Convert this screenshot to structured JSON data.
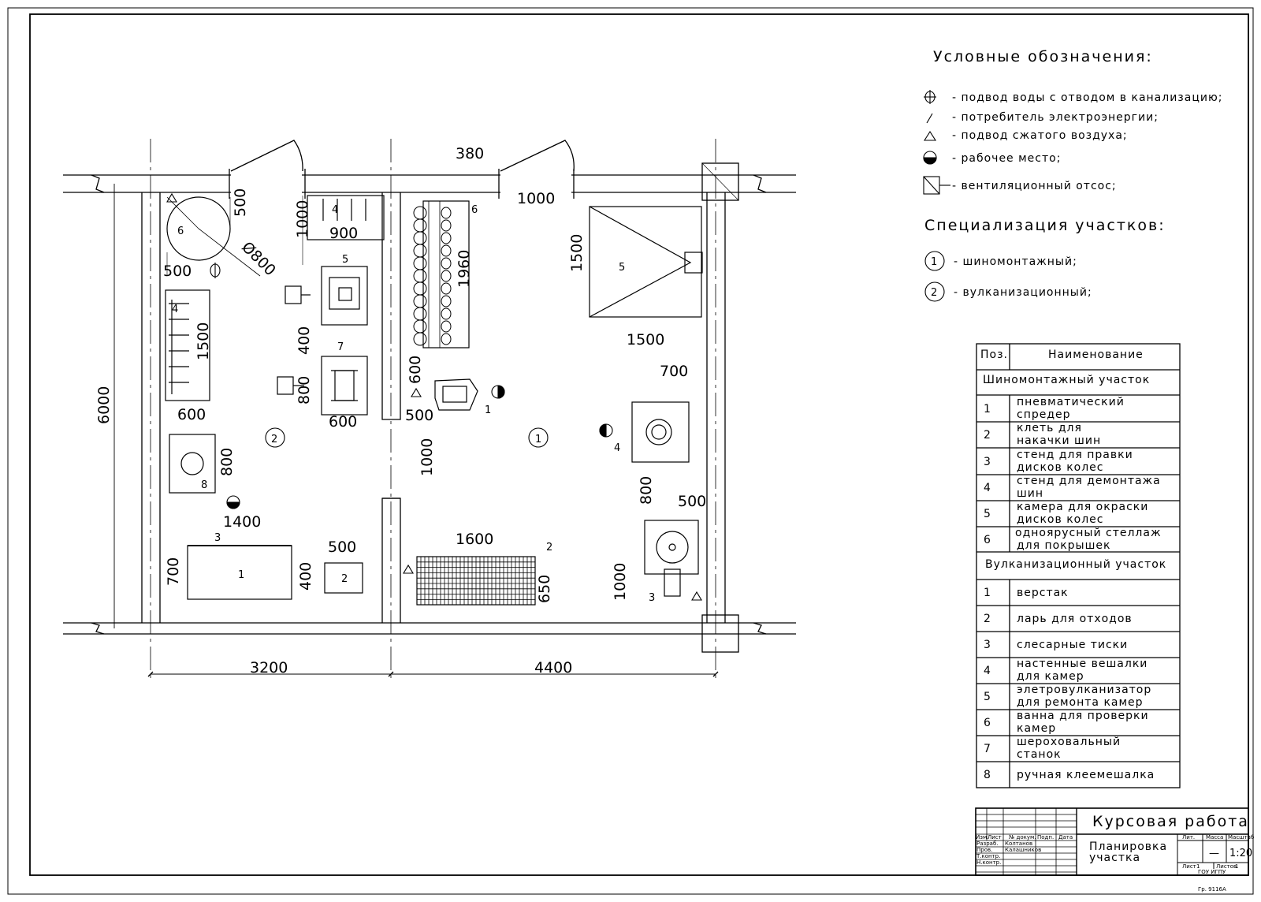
{
  "legend": {
    "title": "Условные обозначения:",
    "items": [
      {
        "icon": "water-supply-drain-icon",
        "text": "- подвод воды с отводом в канализацию;"
      },
      {
        "icon": "power-consumer-icon",
        "text": "- потребитель электроэнергии;"
      },
      {
        "icon": "compressed-air-icon",
        "text": "- подвод сжатого воздуха;"
      },
      {
        "icon": "workplace-icon",
        "text": "- рабочее место;"
      },
      {
        "icon": "ventilation-exhaust-icon",
        "text": "- вентиляционный отсос;"
      }
    ]
  },
  "specialization": {
    "title": "Специализация участков:",
    "items": [
      {
        "num": "1",
        "text": "- шиномонтажный;"
      },
      {
        "num": "2",
        "text": "- вулканизационный;"
      }
    ]
  },
  "plan": {
    "dims": {
      "d380": "380",
      "d1000_top": "1000",
      "d500_fix": "500",
      "d800_dia": "Ø800",
      "d500_left": "500",
      "d1000_shelf": "1000",
      "d900": "900",
      "d1960": "1960",
      "d1500_booth_h": "1500",
      "d1500_booth_w": "1500",
      "d1500_hanger": "1500",
      "d400": "400",
      "d800_grinder": "800",
      "d600_grinder": "600",
      "d600_spreader": "600",
      "d500_spreader": "500",
      "d1000_wall": "1000",
      "d600_mixer": "600",
      "d800_mixer": "800",
      "d700_stand": "700",
      "d800_stand": "800",
      "d500_trueing": "500",
      "d1000_trueing": "1000",
      "d1400": "1400",
      "d700_bench": "700",
      "d500_bin": "500",
      "d400_bin": "400",
      "d1600": "1600",
      "d650": "650",
      "d6000": "6000",
      "d3200": "3200",
      "d4400": "4400"
    },
    "labels": {
      "bath": "6",
      "hanger_top": "4",
      "vulcanizer": "5",
      "hanger_left": "4",
      "grinder": "7",
      "mixer": "8",
      "bench": "1",
      "bin": "2",
      "vise": "3",
      "shelf": "6",
      "spreader": "1",
      "booth": "5",
      "demount": "4",
      "cage": "2",
      "trueing": "3",
      "zone2": "2",
      "zone1": "1"
    }
  },
  "spec_table": {
    "headers": [
      "Поз.",
      "Наименование"
    ],
    "sections": [
      {
        "title": "Шиномонтажный участок",
        "rows": [
          {
            "pos": "1",
            "name": [
              "пневматический",
              "спредер"
            ]
          },
          {
            "pos": "2",
            "name": [
              "клеть для",
              "накачки шин"
            ]
          },
          {
            "pos": "3",
            "name": [
              "стенд для правки",
              "дисков колес"
            ]
          },
          {
            "pos": "4",
            "name": [
              "стенд для демонтажа",
              "шин"
            ]
          },
          {
            "pos": "5",
            "name": [
              "камера для окраски",
              "дисков колес"
            ]
          },
          {
            "pos": "6",
            "name": [
              "одноярусный стеллаж",
              "для покрышек"
            ]
          }
        ]
      },
      {
        "title": "Вулканизационный участок",
        "rows": [
          {
            "pos": "1",
            "name": [
              "верстак"
            ]
          },
          {
            "pos": "2",
            "name": [
              "ларь для отходов"
            ]
          },
          {
            "pos": "3",
            "name": [
              "слесарные тиски"
            ]
          },
          {
            "pos": "4",
            "name": [
              "настенные вешалки",
              "для камер"
            ]
          },
          {
            "pos": "5",
            "name": [
              "элетровулканизатор",
              "для ремонта камер"
            ]
          },
          {
            "pos": "6",
            "name": [
              "ванна для проверки",
              "камер"
            ]
          },
          {
            "pos": "7",
            "name": [
              "шероховальный",
              "станок"
            ]
          },
          {
            "pos": "8",
            "name": [
              "ручная клеемешалка"
            ]
          }
        ]
      }
    ]
  },
  "title_block": {
    "work_type": "Курсовая работа",
    "drawing_name": [
      "Планировка",
      "участка"
    ],
    "col_headers": [
      "Изм.",
      "Лист",
      "№ докум.",
      "Подп.",
      "Дата"
    ],
    "roles": [
      "Разраб.",
      "Пров.",
      "Т.контр.",
      "Н.контр."
    ],
    "developer": "Колтанов",
    "checker": "Калашников",
    "lit_label": "Лит.",
    "mass_label": "Масса",
    "scale_label": "Масштаб",
    "mass": "—",
    "scale": "1:20",
    "sheet_label": "Лист",
    "sheet_num": "1",
    "sheets_label": "Листов",
    "sheets_num": "1",
    "org": "ГОУ ИГПУ",
    "group": "Гр. 9116А"
  }
}
